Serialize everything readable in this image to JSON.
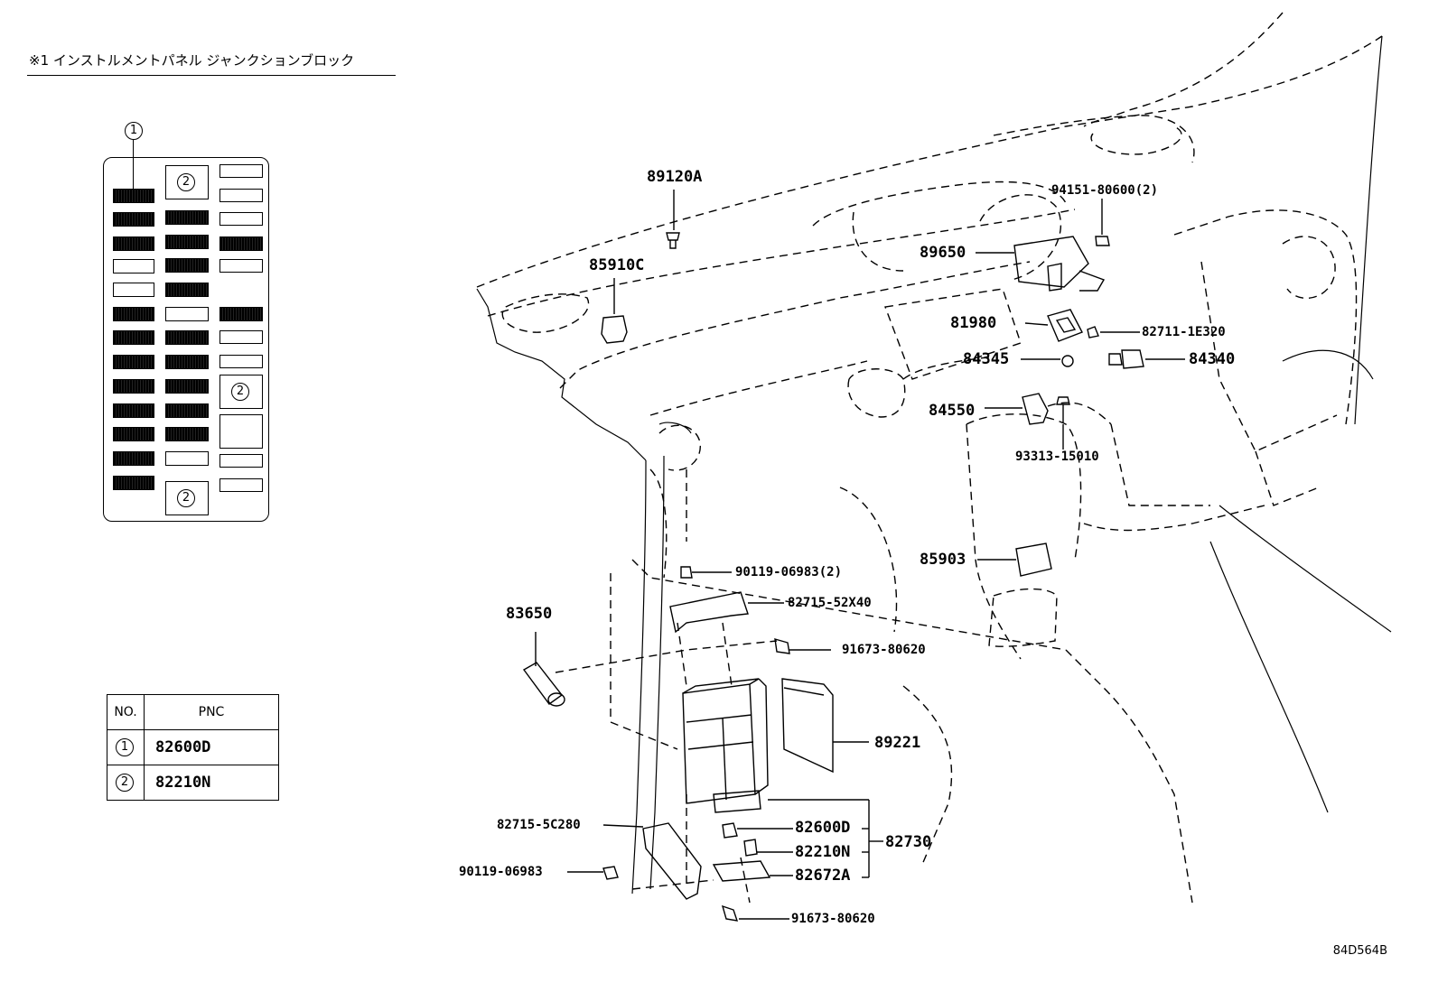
{
  "header": {
    "title": "※1 インストルメントパネル ジャンクションブロック"
  },
  "fuse_block": {
    "callout_label": "1",
    "relay_marker_label": "2"
  },
  "pnc_table": {
    "col_no": "NO.",
    "col_pnc": "PNC",
    "rows": [
      {
        "no": "1",
        "pnc": "82600D"
      },
      {
        "no": "2",
        "pnc": "82210N"
      }
    ]
  },
  "parts": {
    "p89120A": "89120A",
    "p85910C": "85910C",
    "p94151": "94151-80600(2)",
    "p89650": "89650",
    "p81980": "81980",
    "p82711": "82711-1E320",
    "p84345": "84345",
    "p84340": "84340",
    "p84550": "84550",
    "p93313": "93313-15010",
    "p85903": "85903",
    "p83650": "83650",
    "p90119a": "90119-06983(2)",
    "p82715a": "82715-52X40",
    "p91673a": "91673-80620",
    "p89221": "89221",
    "p82715b": "82715-5C280",
    "p82600D": "82600D",
    "p82210N": "82210N",
    "p82672A": "82672A",
    "p82730": "82730",
    "p90119b": "90119-06983",
    "p91673b": "91673-80620"
  },
  "footer": {
    "code": "84D564B"
  }
}
